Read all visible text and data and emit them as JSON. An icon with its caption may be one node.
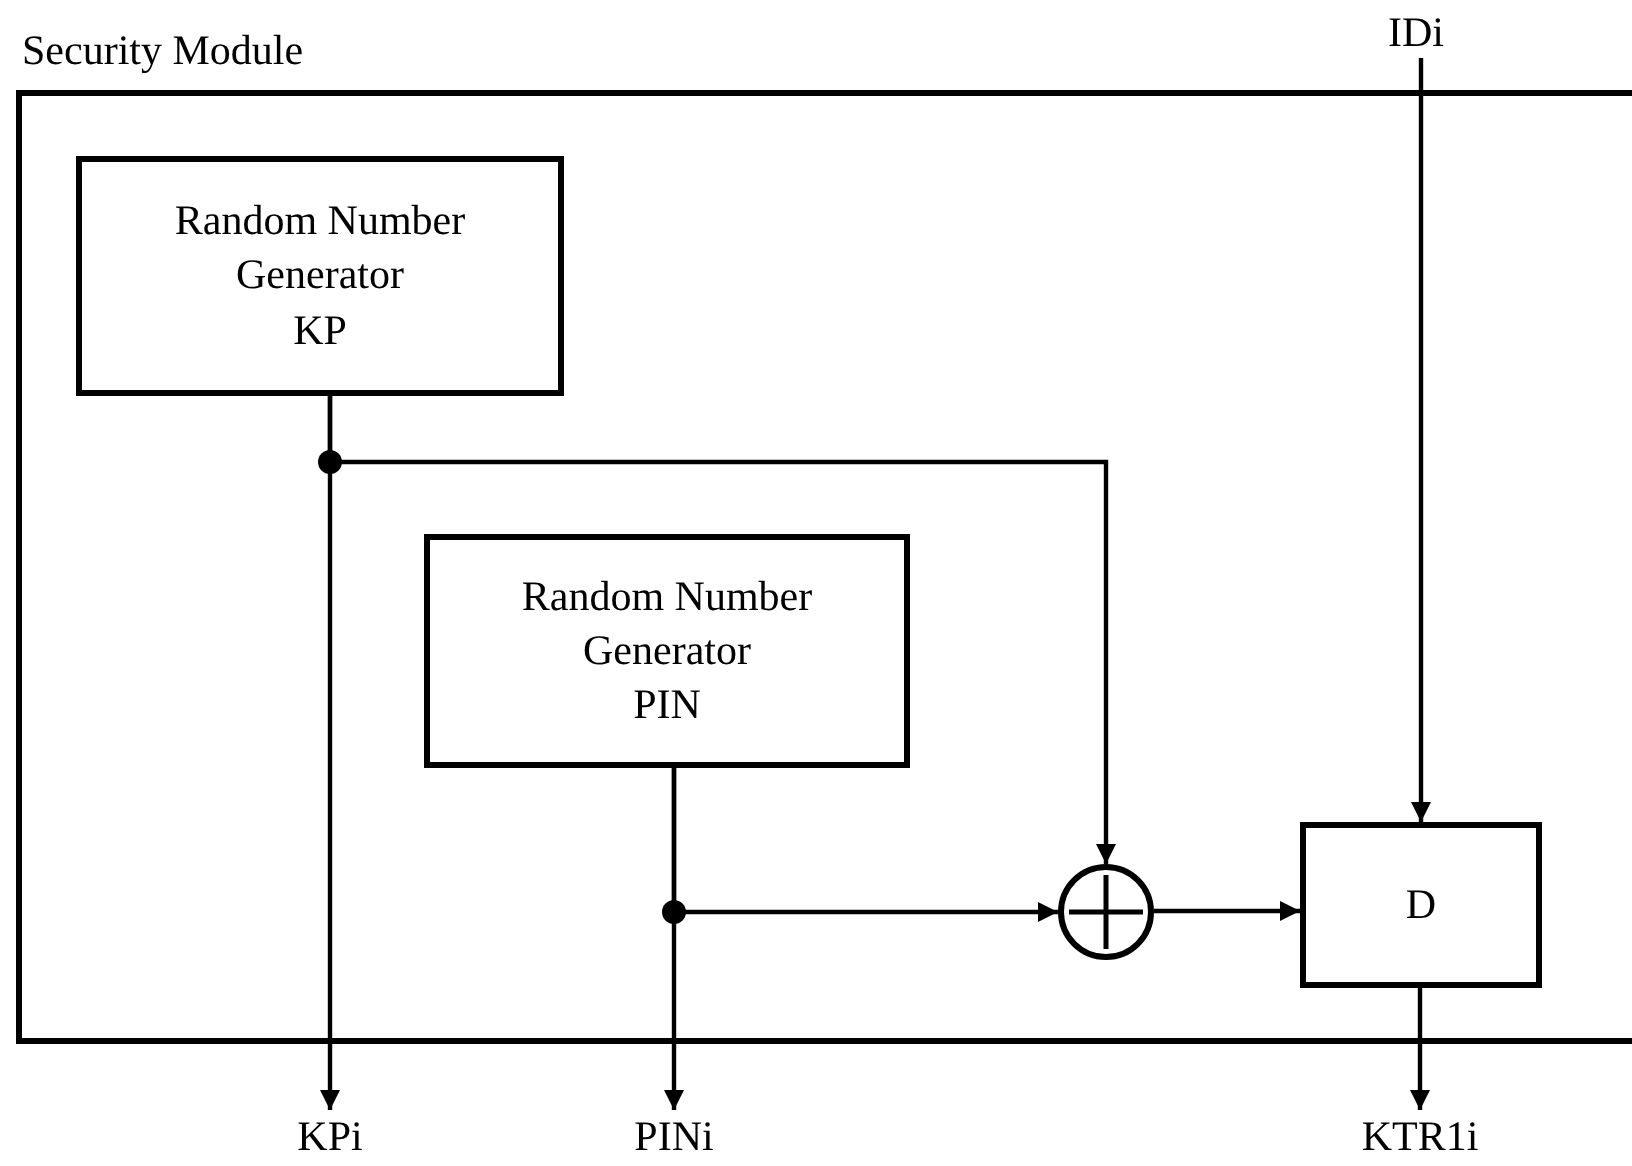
{
  "diagram": {
    "nodes": [
      {
        "text": [
          "Security Module"
        ]
      },
      {
        "text": [
          "Random Number Generator KP"
        ],
        "in": 0
      },
      {
        "text": [
          "Random Number Generator PIN"
        ],
        "in": 0
      },
      {
        "text": [],
        "shape": "circle",
        "in": 0
      },
      {
        "text": [
          "D"
        ],
        "in": 0
      },
      {
        "text": [
          "IDi"
        ]
      },
      {
        "text": [
          "KPi"
        ]
      },
      {
        "text": [
          "PINi"
        ]
      },
      {
        "text": [
          "KTR1i"
        ]
      }
    ],
    "edges": [
      {
        "from": 1,
        "to": 6,
        "arrow": "to"
      },
      {
        "from": 1,
        "to": 3,
        "arrow": "to"
      },
      {
        "from": 2,
        "to": 7,
        "arrow": "to"
      },
      {
        "from": 2,
        "to": 3,
        "arrow": "to"
      },
      {
        "from": 3,
        "to": 4,
        "arrow": "to"
      },
      {
        "from": 5,
        "to": 4,
        "arrow": "to"
      },
      {
        "from": 4,
        "to": 8,
        "arrow": "to"
      }
    ]
  }
}
